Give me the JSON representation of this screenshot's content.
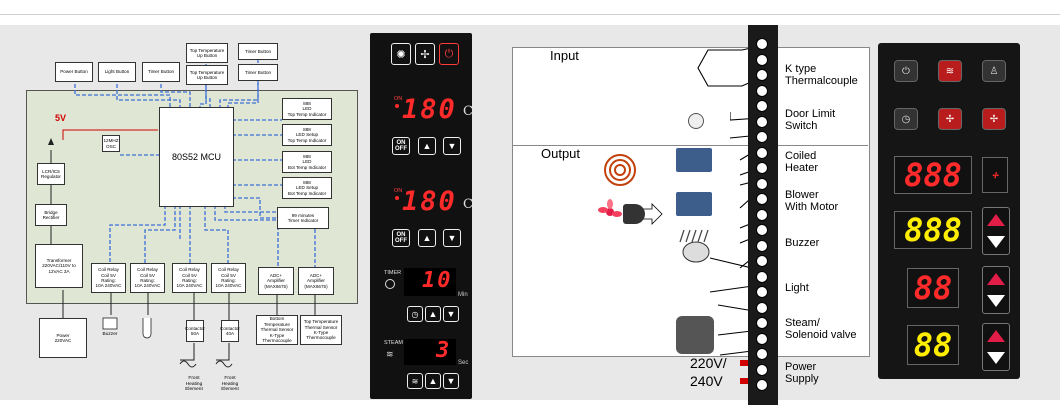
{
  "block_diagram": {
    "supply_label": "5V",
    "mcu_label": "80S52 MCU",
    "power_button": "Power Button",
    "light_button": "Light Button",
    "timer_button_1": "Timer Button",
    "top_temp_up": "Top Temperature\nUp Button",
    "top_temp_up_2": "Top Temperature\nUp Button",
    "timer_button_2": "Timer Button",
    "timer_button_3": "Timer Button",
    "osc": "12MHZ\nOSC",
    "regulator": "LCR/IC5\nRegulator",
    "bridge": "Bridge Rectifier",
    "transformer": "Transformer\n220VAC/110V to\n12VAC 3A",
    "power": "Power\n220VAC",
    "led_1": "888\nLED\nTop Temp Indicator",
    "led_2": "888\nLED Setup\nTop Temp Indicator",
    "led_3": "888\nLED\nBot Temp Indicator",
    "led_4": "888\nLED Setup\nBot Temp Indicator",
    "timer_indicator": "99 minutes\nTimer Indicator",
    "relay_1": "Coil Relay\nCoil 5V\nRating:\n10A 240VAC",
    "relay_2": "Coil Relay\nCoil 5V\nRating:\n10A 240VAC",
    "relay_3": "Coil Relay\nCoil 5V\nRating:\n10A 240VAC",
    "relay_4": "Coil Relay\nCoil 5V\nRating:\n10A 240VAC",
    "amp_1": "ADC+\nAmplifier\n(MAX6675)",
    "amp_2": "ADC+\nAmplifier\n(MAX6675)",
    "sensor_bottom": "Bottom\nTemperature\nThermal Sensor\nK-Type\nThermocouple",
    "sensor_top": "Top Temperature\nThermal Sensor\nK-Type\nThermocouple",
    "buzzer": "Buzzer",
    "contactor_1": "Contactor\n50A",
    "contactor_2": "Contactor\n40A",
    "heating_1": "Front\nHeating\nElement",
    "heating_2": "Front\nHeating\nElement"
  },
  "controller1": {
    "on_indicator_1": "ON",
    "display_top": "180",
    "unit_top": "C",
    "on_indicator_2": "ON",
    "display_bottom": "180",
    "unit_bottom": "C",
    "onoff_on": "ON",
    "onoff_off": "OFF",
    "timer_label": "TIMER",
    "timer_value": "10",
    "timer_unit": "Min",
    "steam_label": "STEAM",
    "steam_value": "3",
    "steam_unit": "Sec"
  },
  "wiring": {
    "input_label": "Input",
    "output_label": "Output",
    "thermocouple": "K type\nThermalcouple",
    "door_switch": "Door Limit\nSwitch",
    "coiled_heater": "Coiled\nHeater",
    "blower": "Blower\nWith Motor",
    "buzzer": "Buzzer",
    "light": "Light",
    "steam_valve": "Steam/\nSolenoid valve",
    "power_supply": "Power\nSupply",
    "v220": "220V/",
    "v240": "240V"
  },
  "controller2": {
    "display_1": "888",
    "display_2": "888",
    "display_3": "88",
    "display_4": "88"
  },
  "colors": {
    "red_digit": "#ff2a2a",
    "yellow_digit": "#ffee00",
    "panel_dark": "#111111",
    "board_green": "#dfe6d4",
    "wire_blue": "#3d6fd6"
  }
}
